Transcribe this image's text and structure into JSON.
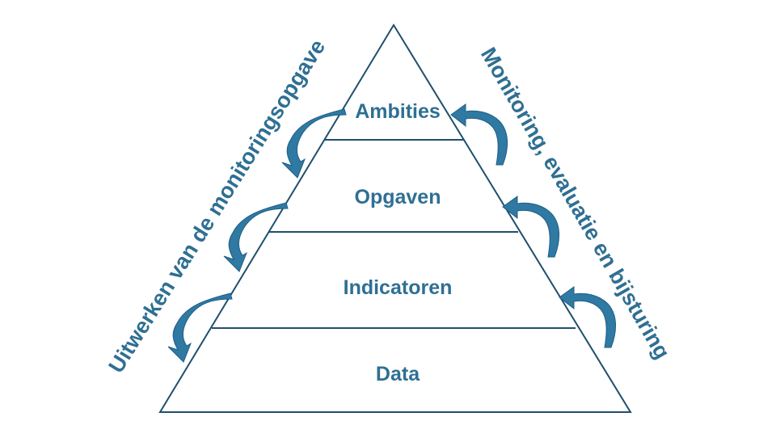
{
  "colors": {
    "accent": "#2f6f93",
    "arrow": "#2f79a3",
    "arrow_edge": "#1f5f86",
    "lines": "#1f4f6e"
  },
  "pyramid": {
    "tiers": [
      {
        "label": "Ambities"
      },
      {
        "label": "Opgaven"
      },
      {
        "label": "Indicatoren"
      },
      {
        "label": "Data"
      }
    ]
  },
  "sides": {
    "left": {
      "label": "Uitwerken van de monitoringsopgave",
      "arrow_direction": "downward",
      "arrow_count": 3
    },
    "right": {
      "label": "Monitoring, evaluatie en bijsturing",
      "arrow_direction": "upward",
      "arrow_count": 3
    }
  }
}
